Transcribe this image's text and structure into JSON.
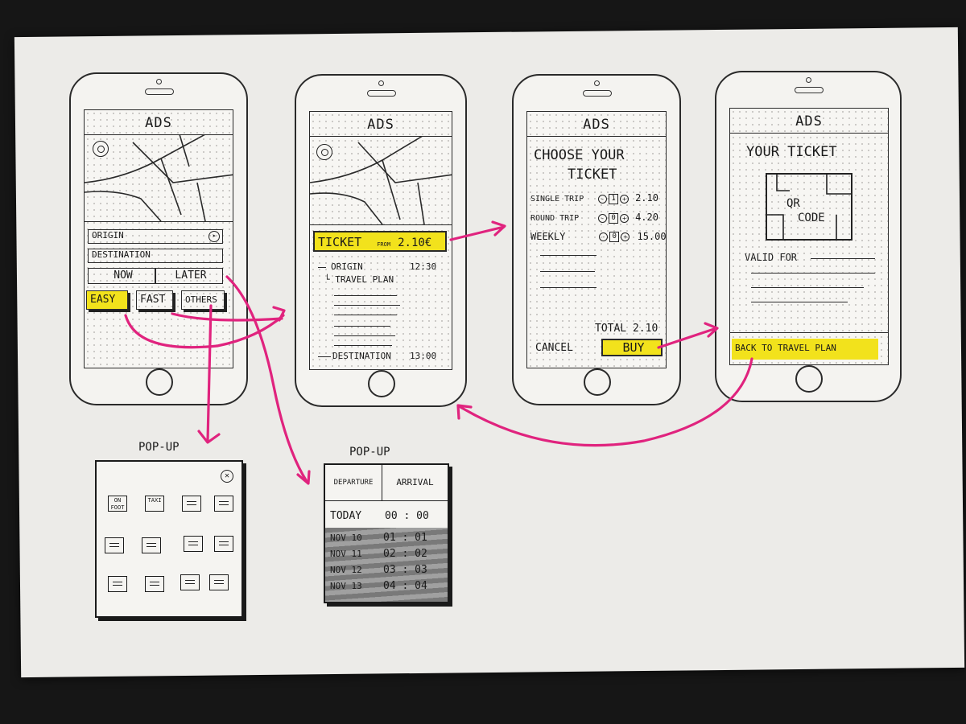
{
  "screens": {
    "home": {
      "ads": "ADS",
      "origin": "ORIGIN",
      "destination": "DESTINATION",
      "now": "NOW",
      "later": "LATER",
      "easy": "EASY",
      "fast": "FAST",
      "others": "OTHERS"
    },
    "route": {
      "ads": "ADS",
      "ticket": "TICKET",
      "from_label": "FROM",
      "price": "2.10€",
      "origin": "ORIGIN",
      "origin_time": "12:30",
      "travel_plan": "TRAVEL PLAN",
      "destination": "DESTINATION",
      "destination_time": "13:00"
    },
    "choose": {
      "ads": "ADS",
      "title_1": "CHOOSE YOUR",
      "title_2": "TICKET",
      "options": [
        {
          "name": "SINGLE TRIP",
          "qty": "1",
          "price": "2.10"
        },
        {
          "name": "ROUND TRIP",
          "qty": "0",
          "price": "4.20"
        },
        {
          "name": "WEEKLY",
          "qty": "0",
          "price": "15.00"
        }
      ],
      "total_label": "TOTAL",
      "total_value": "2.10",
      "cancel": "CANCEL",
      "buy": "BUY"
    },
    "ticket": {
      "ads": "ADS",
      "title": "YOUR TICKET",
      "qr_1": "QR",
      "qr_2": "CODE",
      "valid_for": "VALID FOR",
      "back": "BACK TO TRAVEL PLAN"
    }
  },
  "popup_transport": {
    "title": "POP-UP",
    "icons": [
      "ON FOOT",
      "TAXI"
    ]
  },
  "popup_time": {
    "title": "POP-UP",
    "tab_departure": "DEPARTURE",
    "tab_arrival": "ARRIVAL",
    "rows": [
      {
        "day": "TODAY",
        "time": "00 : 00"
      },
      {
        "day": "NOV 10",
        "time": "01 : 01"
      },
      {
        "day": "NOV 11",
        "time": "02 : 02"
      },
      {
        "day": "NOV 12",
        "time": "03 : 03"
      },
      {
        "day": "NOV 13",
        "time": "04 : 04"
      }
    ]
  },
  "colors": {
    "highlight": "#f2e21c",
    "arrows": "#e0237e",
    "ink": "#1a1a1a"
  }
}
